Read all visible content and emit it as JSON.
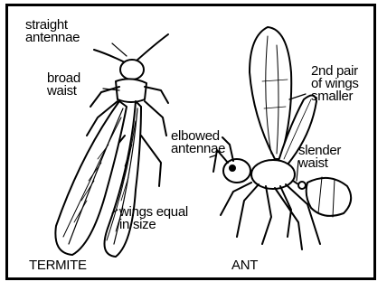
{
  "termite": {
    "name": "TERMITE",
    "labels": {
      "antennae": "straight\nantennae",
      "waist": "broad\nwaist",
      "wings": "wings equal\nin size"
    }
  },
  "ant": {
    "name": "ANT",
    "labels": {
      "wings": "2nd pair\nof wings\nsmaller",
      "antennae": "elbowed\nantennae",
      "waist": "slender\nwaist"
    }
  }
}
